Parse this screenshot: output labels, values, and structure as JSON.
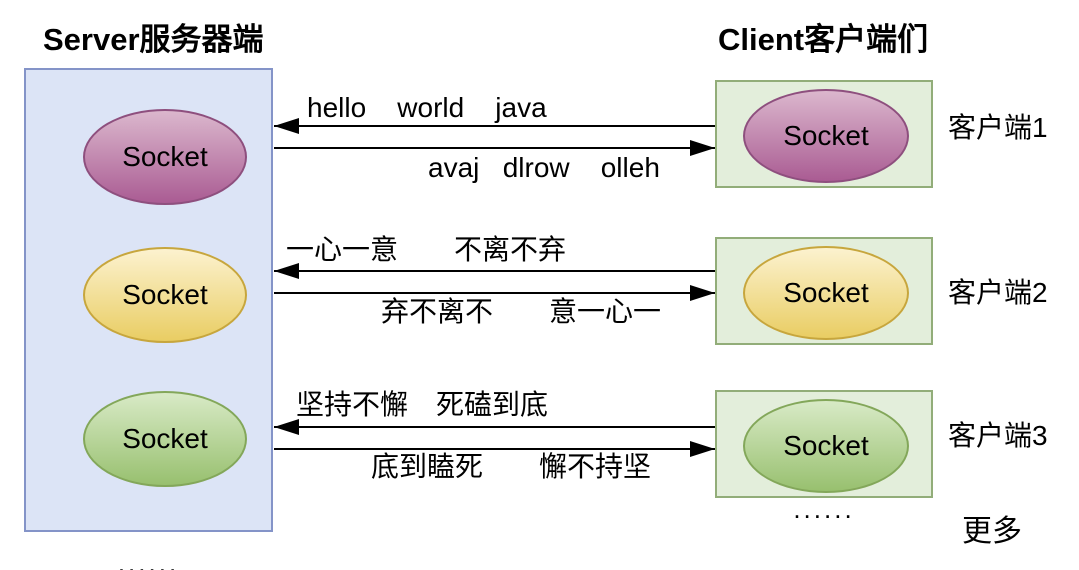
{
  "server": {
    "title": "Server服务器端",
    "sockets": [
      {
        "label": "Socket",
        "color": "purple"
      },
      {
        "label": "Socket",
        "color": "yellow"
      },
      {
        "label": "Socket",
        "color": "green"
      }
    ],
    "more_dots": "......"
  },
  "clients": {
    "title": "Client客户端们",
    "items": [
      {
        "socket_label": "Socket",
        "color": "purple",
        "name": "客户端1"
      },
      {
        "socket_label": "Socket",
        "color": "yellow",
        "name": "客户端2"
      },
      {
        "socket_label": "Socket",
        "color": "green",
        "name": "客户端3"
      }
    ],
    "more_dots": "......",
    "more_label": "更多"
  },
  "messages": [
    {
      "to_server": "hello    world    java",
      "to_client": "avaj   dlrow    olleh"
    },
    {
      "to_server": "一心一意　　不离不弃",
      "to_client": "弃不离不　　意一心一"
    },
    {
      "to_server": "坚持不懈　死磕到底",
      "to_client": "底到瞌死　　懈不持坚"
    }
  ],
  "colors": {
    "arrow": "#000000",
    "server_box_fill": "#dce4f6",
    "server_box_stroke": "#8494c8",
    "client_box_fill": "#e3eedb",
    "client_box_stroke": "#92ad79",
    "purple_top": "#dbb7cd",
    "purple_bottom": "#aa5c93",
    "purple_stroke": "#8e4f7e",
    "yellow_top": "#fcf2cf",
    "yellow_bottom": "#e9cd63",
    "yellow_stroke": "#c7a63d",
    "green_top": "#d8eac6",
    "green_bottom": "#98c06f",
    "green_stroke": "#83a75a"
  }
}
